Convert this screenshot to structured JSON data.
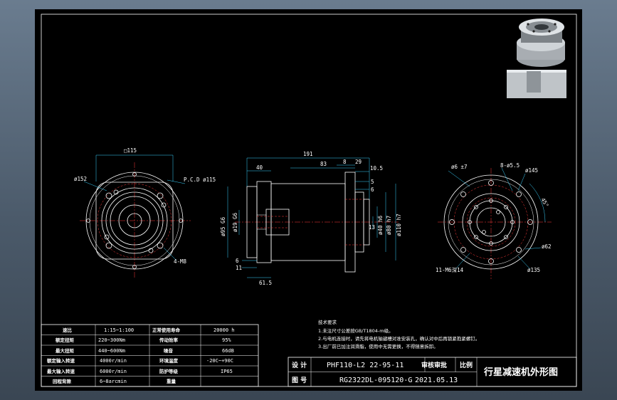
{
  "params_table": {
    "rows": [
      [
        "速比",
        "1:15~1:100",
        "正常使用寿命",
        "20000 h"
      ],
      [
        "额定扭矩",
        "220~300Nm",
        "传动效率",
        "95%"
      ],
      [
        "最大扭矩",
        "440~600Nm",
        "噪音",
        "66dB"
      ],
      [
        "额定输入转速",
        "4000r/min",
        "环境温度",
        "-20C~+90C"
      ],
      [
        "最大输入转速",
        "6000r/min",
        "防护等级",
        "IP65"
      ],
      [
        "回程背隙",
        "6~8arcmin",
        "重量",
        ""
      ]
    ]
  },
  "notes": {
    "heading": "技术要求",
    "lines": [
      "1.未注尺寸公差按GB/T1804-m级。",
      "2.与电机连接时，请先将电机轴键槽对准安装孔，确认对中后再锁紧抱紧螺钉。",
      "3.出厂前已加注润滑脂，使用中无需更换，不得随意拆卸。"
    ]
  },
  "title_block": {
    "label_design": "设 计",
    "label_drawing_no": "图 号",
    "model": "PHF110-L2 22-95-11",
    "part_no": "RG2322DL-095120-G",
    "date": "2021.05.13",
    "approve": "审核审批",
    "scale": "比例",
    "drawing_title": "行星减速机外形图"
  },
  "front_view": {
    "dims": [
      "□115",
      "ø152",
      "P.C.D ø115",
      "4-M8"
    ]
  },
  "side_view": {
    "dims": [
      "191",
      "83",
      "40",
      "8",
      "29",
      "10.5",
      "ø95 G6",
      "ø19 G6",
      "ø40 h6",
      "ø80 h7",
      "ø110 h7",
      "13",
      "6",
      "11",
      "61.5",
      "5",
      "6"
    ]
  },
  "rear_view": {
    "dims": [
      "ø6 ±7",
      "8-ø5.5",
      "ø145",
      "45°",
      "ø62",
      "ø135",
      "11-M6深14"
    ]
  },
  "colors": {
    "background": "#000000",
    "line": "#ffffff",
    "center": "#ff3b3b",
    "dimension": "#3ad3ff",
    "frame": "#4b5a6a"
  }
}
